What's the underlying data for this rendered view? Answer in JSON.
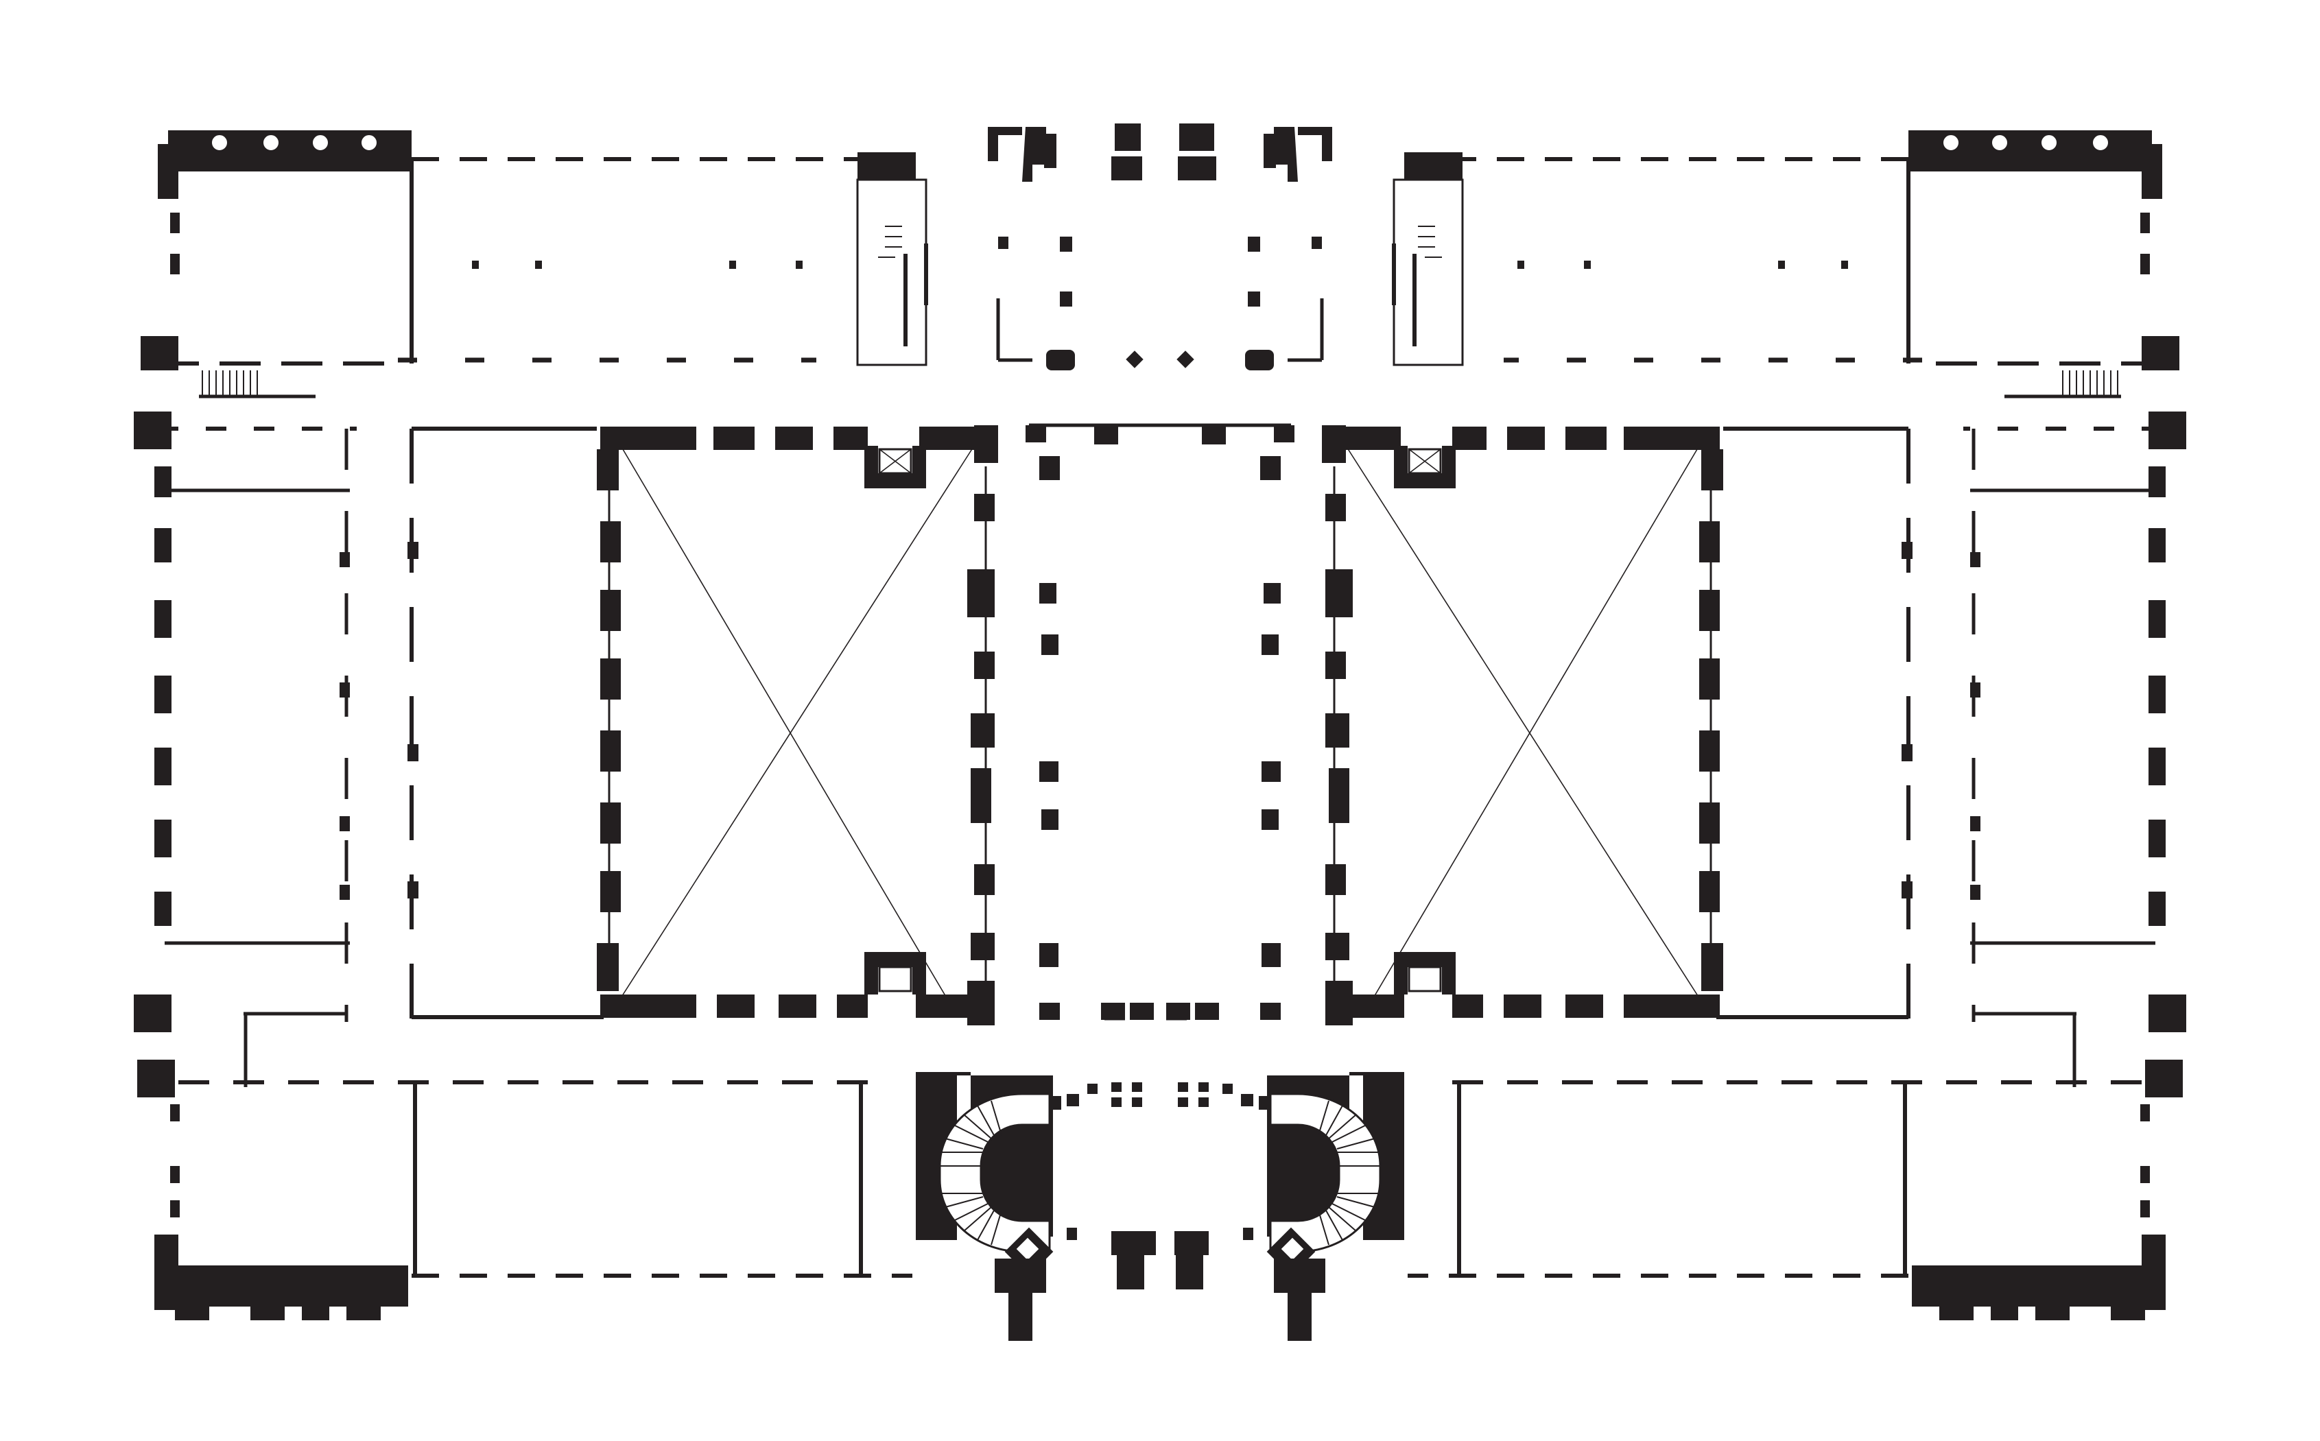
{
  "drawing": {
    "type": "architectural-floor-plan",
    "symmetry": "bilateral",
    "has_text_labels": false,
    "colors": {
      "ink": "#231f20",
      "background": "#ffffff"
    },
    "courtyards": [
      {
        "side": "left",
        "diagonal_cross": true
      },
      {
        "side": "right",
        "diagonal_cross": true
      }
    ],
    "central_nave_pier_rows": 2,
    "spiral_stairs": 2,
    "straight_stairs": 4
  }
}
